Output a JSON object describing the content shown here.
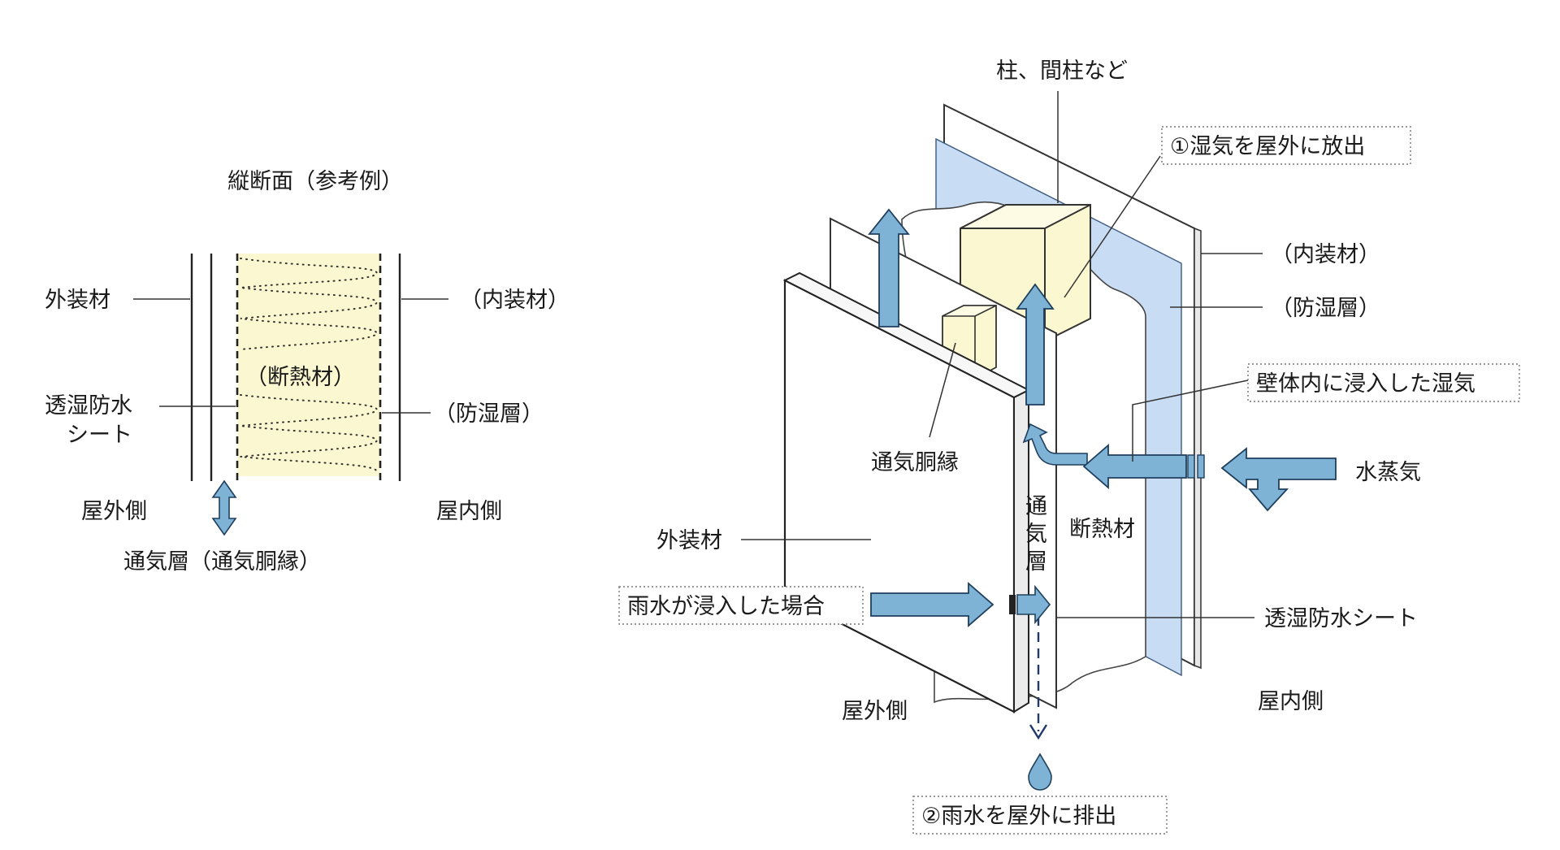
{
  "colors": {
    "arrow_fill": "#7fb3d5",
    "arrow_stroke": "#1f3f5f",
    "insulation": "#fbf7d0",
    "moisture_layer": "#c8dcf3",
    "line": "#222222",
    "rain_dash": "#1f3a6b"
  },
  "left": {
    "title": "縦断面（参考例）",
    "exterior_cladding": "外装材",
    "breathable_sheet_line1": "透湿防水",
    "breathable_sheet_line2": "シート",
    "interior_finish": "（内装材）",
    "vapor_barrier": "（防湿層）",
    "insulation": "（断熱材）",
    "outdoor_side": "屋外側",
    "indoor_side": "屋内側",
    "ventilation_layer": "通気層（通気胴縁）"
  },
  "right": {
    "studs": "柱、間柱など",
    "callout_release": "①湿気を屋外に放出",
    "interior_finish": "（内装材）",
    "vapor_barrier": "（防湿層）",
    "callout_moisture": "壁体内に浸入した湿気",
    "water_vapor": "水蒸気",
    "furring": "通気胴縁",
    "vent_layer_c1": "通",
    "vent_layer_c2": "気",
    "vent_layer_c3": "層",
    "insulation": "断熱材",
    "exterior_cladding": "外装材",
    "callout_rain": "雨水が浸入した場合",
    "breathable_sheet": "透湿防水シート",
    "outdoor_side": "屋外側",
    "indoor_side": "屋内側",
    "callout_drain": "②雨水を屋外に排出"
  }
}
